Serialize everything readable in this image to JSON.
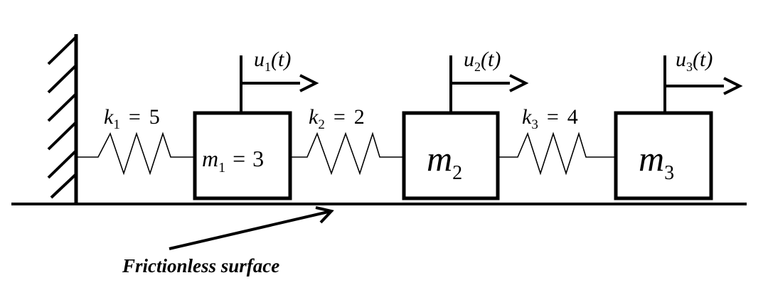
{
  "springs": [
    {
      "symbol": "k",
      "index": "1",
      "equals": "=",
      "value": "5"
    },
    {
      "symbol": "k",
      "index": "2",
      "equals": "=",
      "value": "2"
    },
    {
      "symbol": "k",
      "index": "3",
      "equals": "=",
      "value": "4"
    }
  ],
  "masses": [
    {
      "symbol": "m",
      "index": "1",
      "equals": "=",
      "value": "3"
    },
    {
      "symbol": "m",
      "index": "2"
    },
    {
      "symbol": "m",
      "index": "3"
    }
  ],
  "displacements": [
    {
      "symbol": "u",
      "index": "1",
      "arg": "(t)"
    },
    {
      "symbol": "u",
      "index": "2",
      "arg": "(t)"
    },
    {
      "symbol": "u",
      "index": "3",
      "arg": "(t)"
    }
  ],
  "surface_label": "Frictionless surface"
}
